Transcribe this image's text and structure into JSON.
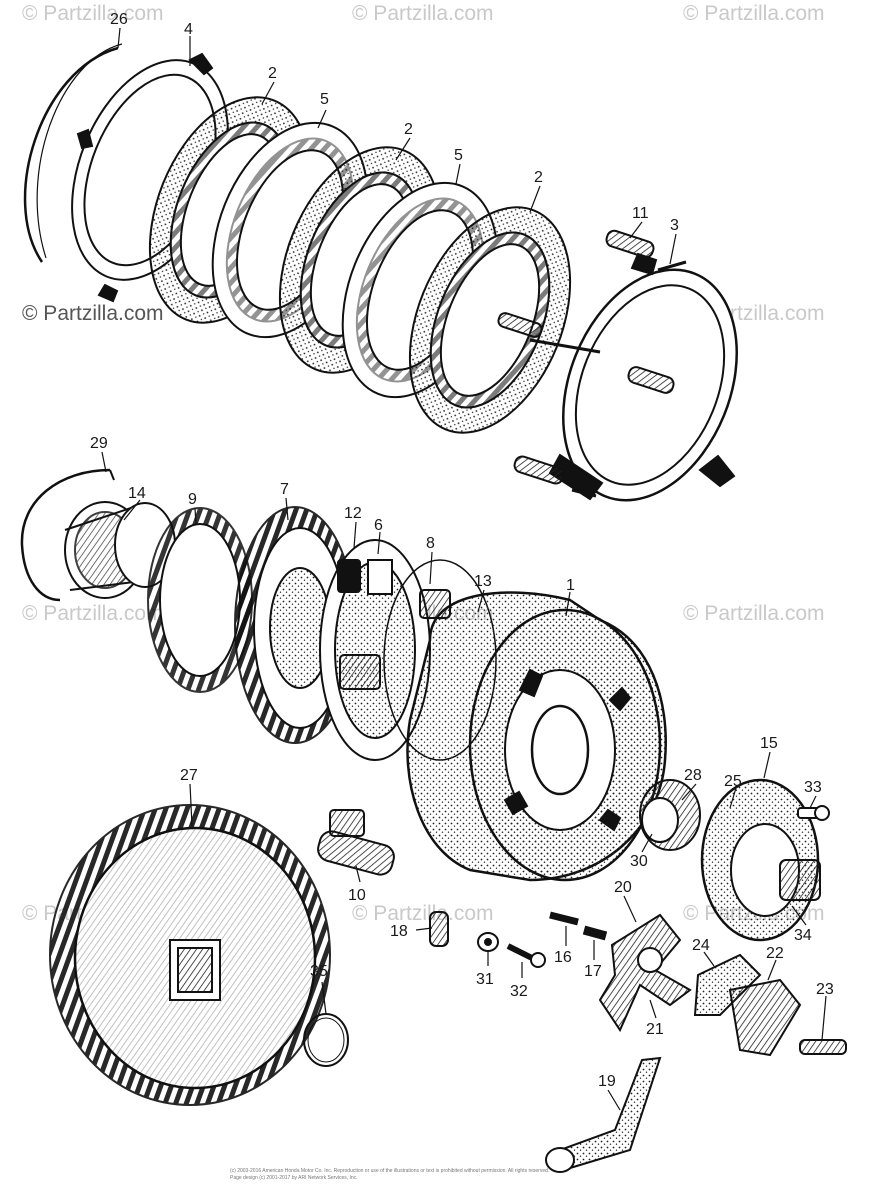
{
  "watermark": "© Partzilla.com",
  "callouts": [
    "26",
    "4",
    "2",
    "5",
    "2",
    "5",
    "2",
    "11",
    "3",
    "29",
    "14",
    "9",
    "7",
    "12",
    "6",
    "8",
    "13",
    "1",
    "27",
    "15",
    "28",
    "25",
    "33",
    "30",
    "34",
    "10",
    "18",
    "16",
    "17",
    "20",
    "31",
    "32",
    "21",
    "24",
    "22",
    "23",
    "35",
    "19"
  ],
  "footer": {
    "line1": "(c) 2003-2016 American Honda Motor Co. Inc. Reproduction or use of the illustrations or text is prohibited without permission. All rights reserved.",
    "line2": "Page design (c) 2001-2017 by ARI Network Services, Inc."
  }
}
